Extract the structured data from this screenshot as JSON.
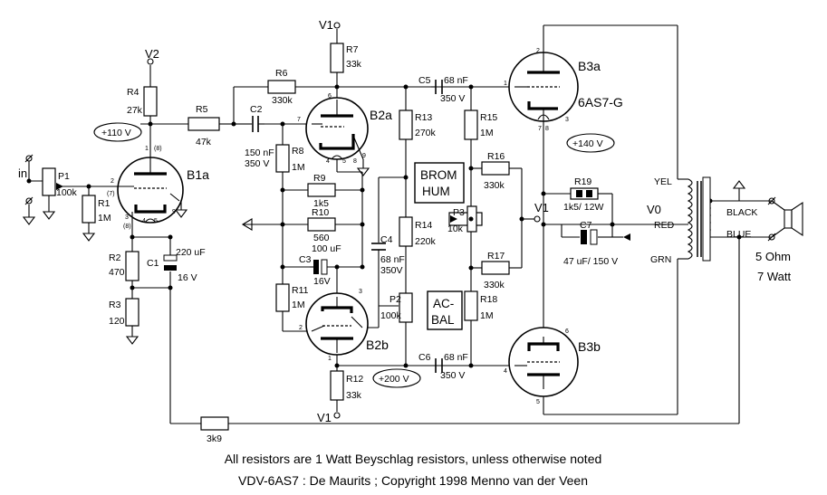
{
  "nodes": {
    "v1_top": "V1",
    "v1_bottom": "V1",
    "v2": "V2",
    "v1_right": "V1",
    "v0": "V0"
  },
  "input": {
    "label": "in"
  },
  "resistors": {
    "r4": {
      "name": "R4",
      "value": "27k"
    },
    "r7": {
      "name": "R7",
      "value": "33k"
    },
    "r6": {
      "name": "R6",
      "value": "330k"
    },
    "r5": {
      "name": "R5",
      "value": "47k"
    },
    "r1": {
      "name": "R1",
      "value": "1M"
    },
    "r2": {
      "name": "R2",
      "value": "470"
    },
    "r3": {
      "name": "R3",
      "value": "120"
    },
    "r8": {
      "name": "R8",
      "value": "1M"
    },
    "r9": {
      "name": "R9",
      "value": "1k5"
    },
    "r10": {
      "name": "R10",
      "value": "560"
    },
    "r11": {
      "name": "R11",
      "value": "1M"
    },
    "r12": {
      "name": "R12",
      "value": "33k"
    },
    "r13": {
      "name": "R13",
      "value": "270k"
    },
    "r14": {
      "name": "R14",
      "value": "220k"
    },
    "r15": {
      "name": "R15",
      "value": "1M"
    },
    "r16": {
      "name": "R16",
      "value": "330k"
    },
    "r17": {
      "name": "R17",
      "value": "330k"
    },
    "r18": {
      "name": "R18",
      "value": "1M"
    },
    "r19": {
      "name": "R19",
      "value": "1k5/ 12W"
    },
    "r_fb": {
      "value": "3k9"
    }
  },
  "capacitors": {
    "c1": {
      "name": "C1",
      "value": "220 uF",
      "voltage": "16 V"
    },
    "c2": {
      "name": "C2",
      "value": "150 nF",
      "voltage": "350 V"
    },
    "c3": {
      "name": "C3",
      "value": "100 uF",
      "voltage": "16V"
    },
    "c4": {
      "name": "C4",
      "value": "68 nF",
      "voltage": "350V"
    },
    "c5": {
      "name": "C5",
      "value": "68 nF",
      "voltage": "350 V"
    },
    "c6": {
      "name": "C6",
      "value": "68 nF",
      "voltage": "350 V"
    },
    "c7": {
      "name": "C7",
      "value": "47 uF/ 150 V"
    }
  },
  "pots": {
    "p1": {
      "name": "P1",
      "value": "100k"
    },
    "p2": {
      "name": "P2",
      "value": "100k"
    },
    "p3": {
      "name": "P3",
      "value": "10k"
    }
  },
  "tubes": {
    "b1a": "B1a",
    "b2a": "B2a",
    "b2b": "B2b",
    "b3a": "B3a",
    "b3a_type": "6AS7-G",
    "b3b": "B3b"
  },
  "voltages": {
    "v110": "+110 V",
    "v140": "+140 V",
    "v200": "+200 V"
  },
  "boxes": {
    "brom": "BROM",
    "hum": "HUM",
    "ac": "AC-",
    "bal": "BAL"
  },
  "transformer": {
    "yel": "YEL",
    "red": "RED",
    "grn": "GRN",
    "black": "BLACK",
    "blue": "BLUE"
  },
  "speaker": {
    "impedance": "5 Ohm",
    "power": "7 Watt"
  },
  "pins": {
    "b1a_1": "1",
    "b1a_8": "(8)",
    "b1a_2": "2",
    "b1a_7": "(7)",
    "b1a_3": "3",
    "b1a_8b": "(8)",
    "b1a_4": "4",
    "b1a_5": "5",
    "b1a_9": "9",
    "b2a_6": "6",
    "b2a_7": "7",
    "b2a_8": "8",
    "b2a_4": "4",
    "b2a_5": "5",
    "b2a_9": "9",
    "b2b_1": "1",
    "b2b_2": "2",
    "b2b_3": "3",
    "b3a_1": "1",
    "b3a_2": "2",
    "b3a_3": "3",
    "b3a_7": "7",
    "b3a_8": "8",
    "b3b_4": "4",
    "b3b_5": "5",
    "b3b_6": "6"
  },
  "footer": {
    "line1": "All resistors are 1 Watt Beyschlag resistors, unless otherwise noted",
    "line2": "VDV-6AS7 : De Maurits ; Copyright 1998 Menno van der Veen"
  }
}
